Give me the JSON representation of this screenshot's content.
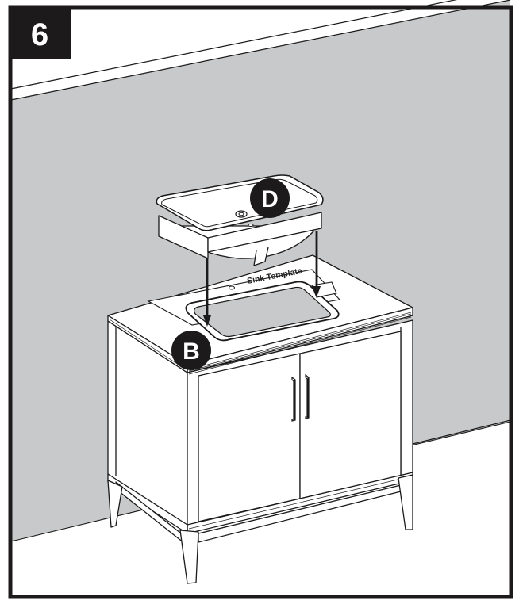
{
  "step": {
    "number": "6",
    "badge_color": "#1c1a1b",
    "text_color": "#ffffff"
  },
  "scene": {
    "wall_color": "#c8c9ca",
    "floor_color": "#ffffff",
    "line_color": "#1a1a1a",
    "frame_color": "#1c1a1b"
  },
  "parts": {
    "sink": {
      "callout": "D",
      "description": "vessel sink being lowered into countertop opening"
    },
    "countertop": {
      "callout": "B",
      "template_label": "Sink Template"
    },
    "cabinet": {
      "doors": 2,
      "handles": 2,
      "legs": 4
    }
  },
  "arrows": [
    {
      "name": "left-placement-arrow",
      "direction": "down"
    },
    {
      "name": "right-placement-arrow",
      "direction": "down"
    }
  ]
}
